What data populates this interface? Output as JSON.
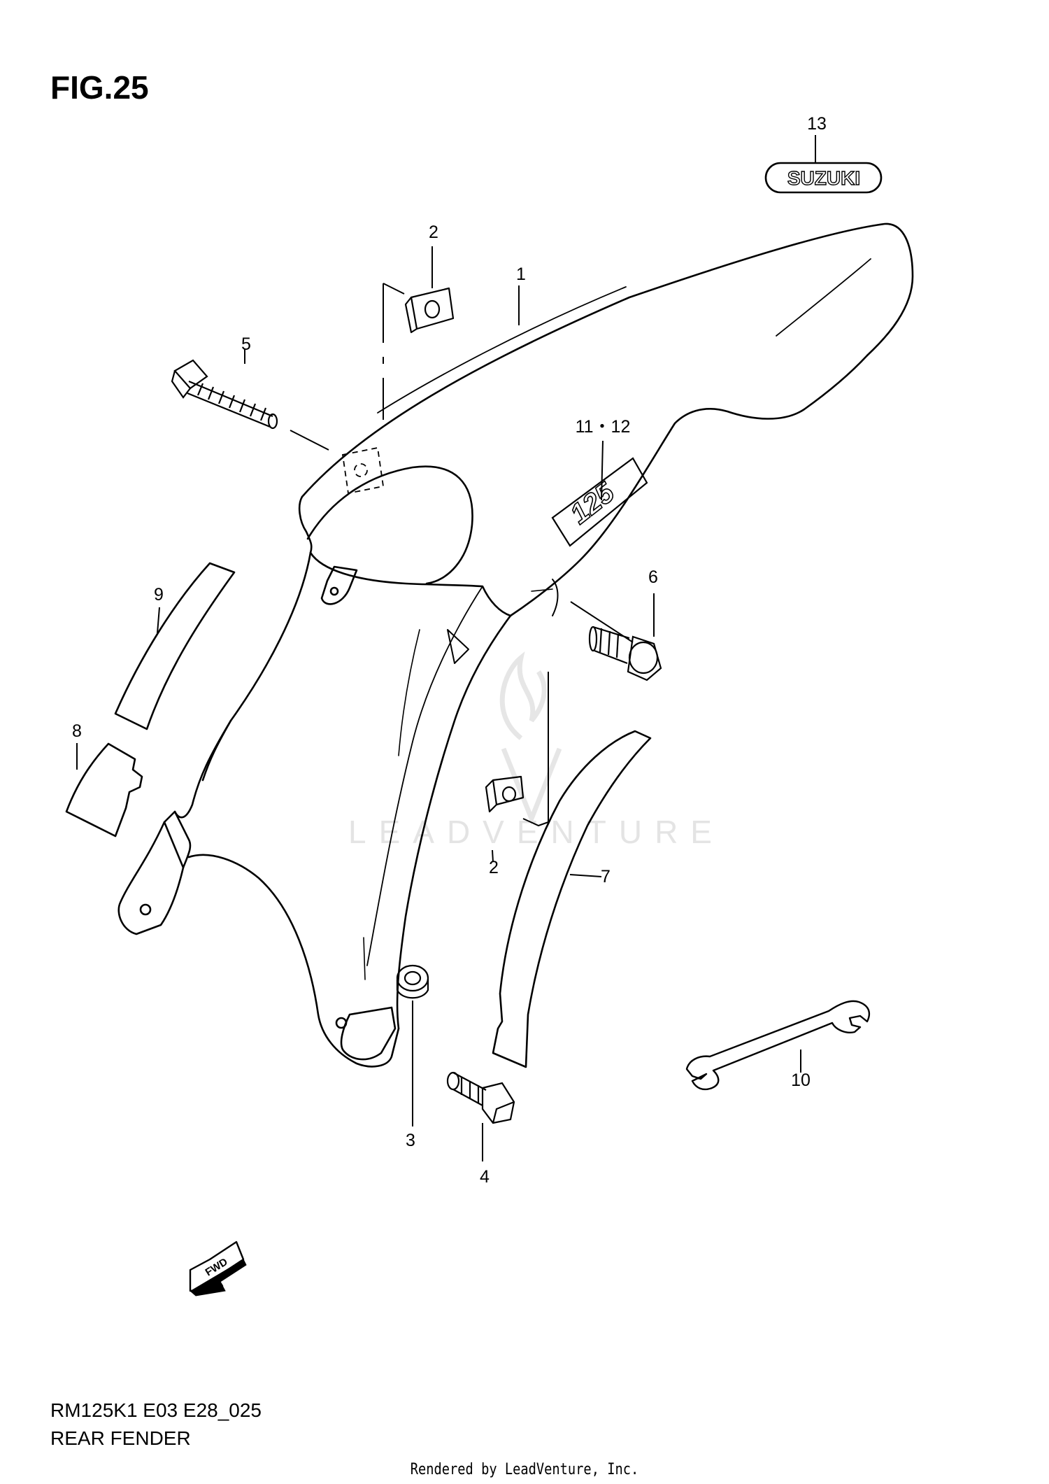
{
  "figure": {
    "title": "FIG.25"
  },
  "watermark": {
    "text": "LEADVENTURE"
  },
  "callouts": [
    {
      "id": "1",
      "label": "1"
    },
    {
      "id": "2a",
      "label": "2"
    },
    {
      "id": "2b",
      "label": "2"
    },
    {
      "id": "3",
      "label": "3"
    },
    {
      "id": "4",
      "label": "4"
    },
    {
      "id": "5",
      "label": "5"
    },
    {
      "id": "6",
      "label": "6"
    },
    {
      "id": "7",
      "label": "7"
    },
    {
      "id": "8",
      "label": "8"
    },
    {
      "id": "9",
      "label": "9"
    },
    {
      "id": "10",
      "label": "10"
    },
    {
      "id": "11-12",
      "label": "11・12"
    },
    {
      "id": "13",
      "label": "13"
    }
  ],
  "decals": {
    "emblem": "SUZUKI",
    "model": "125",
    "fwd": "FWD"
  },
  "footer": {
    "model_code": "RM125K1 E03 E28_025",
    "section_name": "REAR FENDER"
  },
  "rendered_by": "Rendered by LeadVenture, Inc."
}
